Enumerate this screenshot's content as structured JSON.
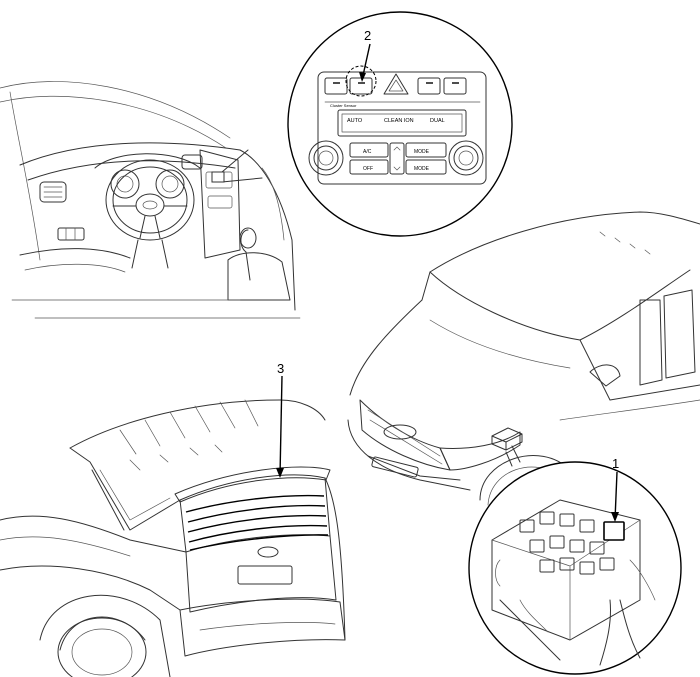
{
  "callouts": {
    "c1": "1",
    "c2": "2",
    "c3": "3"
  },
  "panel": {
    "auto": "AUTO",
    "clean_ion": "CLEAN ION",
    "dual": "DUAL",
    "ac": "A/C",
    "off": "OFF",
    "mode_up": "MODE",
    "mode_down": "MODE",
    "sensor": "Cluster Sensor"
  }
}
